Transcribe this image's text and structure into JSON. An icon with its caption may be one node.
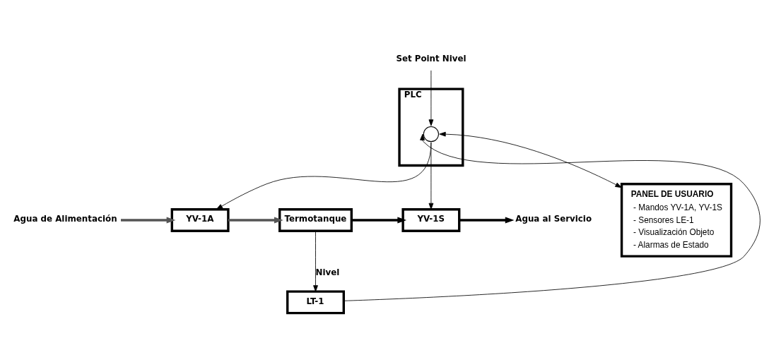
{
  "diagram": {
    "nodes": [
      {
        "text": [
          "PLC"
        ]
      },
      {
        "text": [],
        "shape": "circle",
        "in": 0
      },
      {
        "text": [
          "Set Point Nivel"
        ]
      },
      {
        "text": [
          "PANEL DE USUARIO",
          "- Mandos YV-1A, YV-1S",
          "- Sensores LE-1",
          "- Visualización Objeto",
          "- Alarmas de Estado"
        ]
      },
      {
        "text": [
          "Agua de Alimentación"
        ]
      },
      {
        "text": [
          "YV-1A"
        ]
      },
      {
        "text": [
          "Termotanque"
        ]
      },
      {
        "text": [
          "YV-1S"
        ]
      },
      {
        "text": [
          "Agua al Servicio"
        ]
      },
      {
        "text": [
          "LT-1"
        ]
      }
    ],
    "edges": [
      {
        "from": 2,
        "to": 1,
        "arrow": "to"
      },
      {
        "from": 9,
        "to": 1,
        "arrow": "to"
      },
      {
        "from": 1,
        "to": 3,
        "arrow": "both"
      },
      {
        "from": 1,
        "to": 5,
        "arrow": "to"
      },
      {
        "from": 1,
        "to": 7,
        "arrow": "to"
      },
      {
        "from": 4,
        "to": 5,
        "arrow": "to",
        "style": "thick",
        "color": "#555555"
      },
      {
        "from": 5,
        "to": 6,
        "arrow": "to",
        "style": "thick",
        "color": "#555555"
      },
      {
        "from": 6,
        "to": 7,
        "arrow": "to",
        "style": "thick"
      },
      {
        "from": 7,
        "to": 8,
        "arrow": "to",
        "style": "thick"
      },
      {
        "from": 6,
        "to": 9,
        "arrow": "to",
        "label": "Nivel"
      }
    ]
  }
}
